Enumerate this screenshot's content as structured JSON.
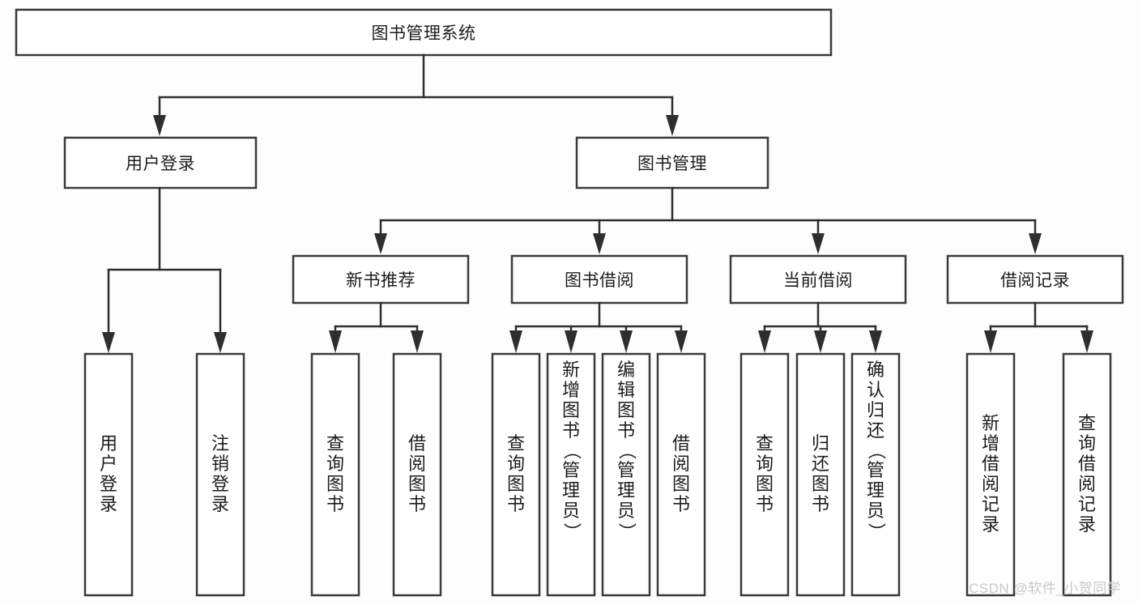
{
  "diagram": {
    "type": "tree-hierarchy-chart",
    "title": "图书管理系统",
    "watermark": "CSDN @软件_小贺同学",
    "colors": {
      "box_border": "#3a3a3a",
      "box_fill": "#ffffff",
      "connector": "#2e2e2e",
      "text": "#1c1c1c",
      "background": "#fdfdfd",
      "watermark": "#c9c9c9"
    },
    "levels": [
      {
        "level": 1,
        "nodes": [
          {
            "id": "root",
            "label": "图书管理系统",
            "orientation": "horizontal"
          }
        ]
      },
      {
        "level": 2,
        "nodes": [
          {
            "id": "user-login",
            "label": "用户登录",
            "orientation": "horizontal",
            "parent": "root"
          },
          {
            "id": "book-manage",
            "label": "图书管理",
            "orientation": "horizontal",
            "parent": "root"
          }
        ]
      },
      {
        "level": 3,
        "nodes": [
          {
            "id": "new-book-recommend",
            "label": "新书推荐",
            "orientation": "horizontal",
            "parent": "book-manage"
          },
          {
            "id": "book-borrow",
            "label": "图书借阅",
            "orientation": "horizontal",
            "parent": "book-manage"
          },
          {
            "id": "current-borrow",
            "label": "当前借阅",
            "orientation": "horizontal",
            "parent": "book-manage"
          },
          {
            "id": "borrow-record",
            "label": "借阅记录",
            "orientation": "horizontal",
            "parent": "book-manage"
          }
        ]
      },
      {
        "level": 4,
        "nodes": [
          {
            "id": "leaf-user-login",
            "label": "用户登录",
            "orientation": "vertical",
            "parent": "user-login"
          },
          {
            "id": "leaf-logout-login",
            "label": "注销登录",
            "orientation": "vertical",
            "parent": "user-login"
          },
          {
            "id": "leaf-query-book-1",
            "label": "查询图书",
            "orientation": "vertical",
            "parent": "new-book-recommend"
          },
          {
            "id": "leaf-borrow-book-1",
            "label": "借阅图书",
            "orientation": "vertical",
            "parent": "new-book-recommend"
          },
          {
            "id": "leaf-query-book-2",
            "label": "查询图书",
            "orientation": "vertical",
            "parent": "book-borrow"
          },
          {
            "id": "leaf-add-book",
            "label": "新增图书（管理员）",
            "orientation": "vertical",
            "parent": "book-borrow"
          },
          {
            "id": "leaf-edit-book",
            "label": "编辑图书（管理员）",
            "orientation": "vertical",
            "parent": "book-borrow"
          },
          {
            "id": "leaf-borrow-book-2",
            "label": "借阅图书",
            "orientation": "vertical",
            "parent": "book-borrow"
          },
          {
            "id": "leaf-query-book-3",
            "label": "查询图书",
            "orientation": "vertical",
            "parent": "current-borrow"
          },
          {
            "id": "leaf-return-book",
            "label": "归还图书",
            "orientation": "vertical",
            "parent": "current-borrow"
          },
          {
            "id": "leaf-confirm-return",
            "label": "确认归还（管理员）",
            "orientation": "vertical",
            "parent": "current-borrow"
          },
          {
            "id": "leaf-add-record",
            "label": "新增借阅记录",
            "orientation": "vertical",
            "parent": "borrow-record"
          },
          {
            "id": "leaf-query-record",
            "label": "查询借阅记录",
            "orientation": "vertical",
            "parent": "borrow-record"
          }
        ]
      }
    ]
  }
}
